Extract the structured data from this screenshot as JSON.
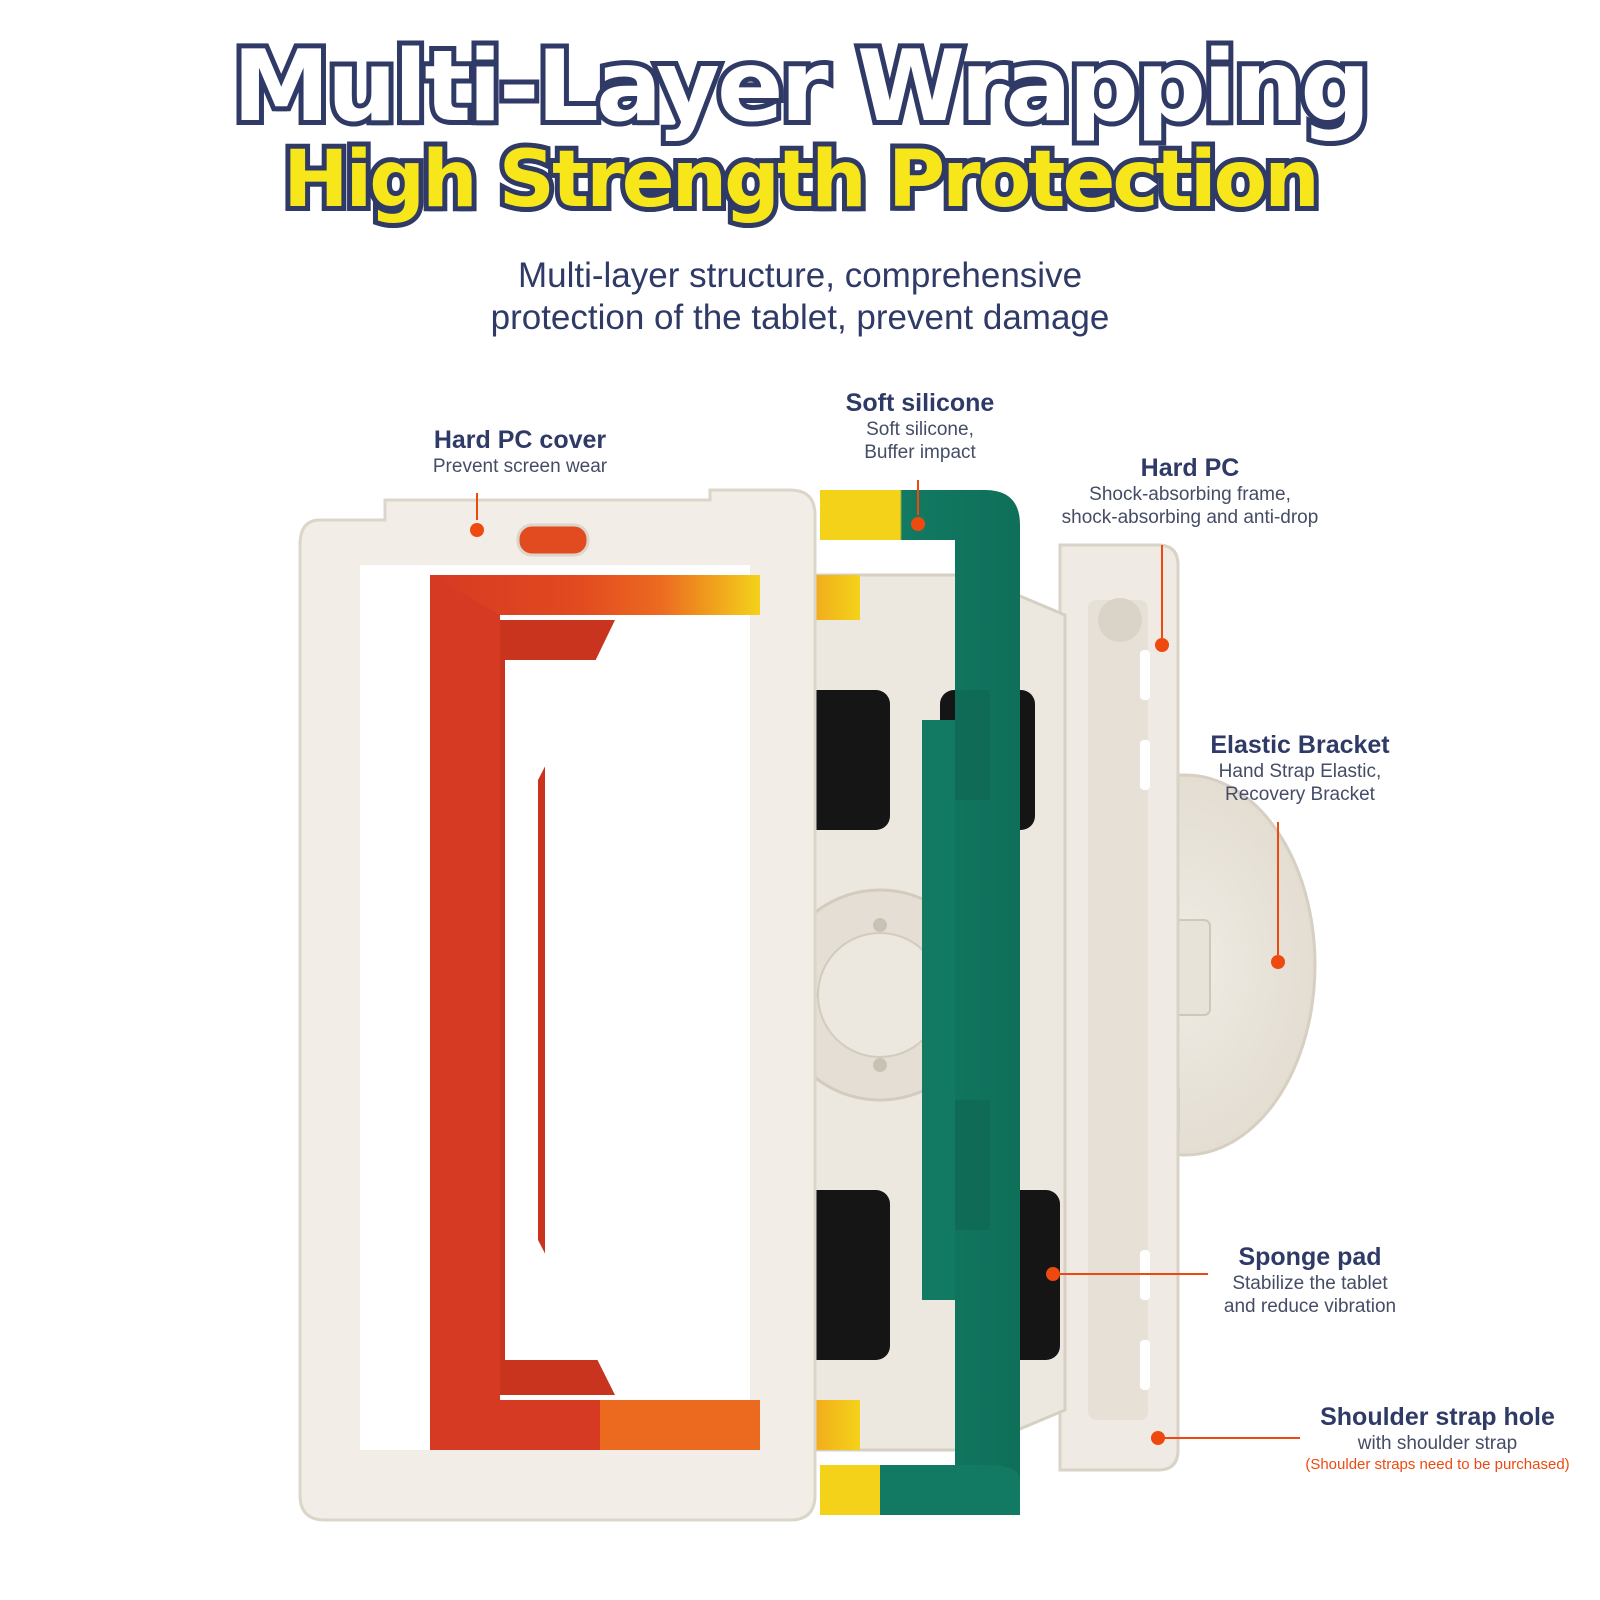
{
  "header": {
    "title_line1": "Multi-Layer Wrapping",
    "title_line2": "High Strength Protection",
    "subtitle_line1": "Multi-layer structure, comprehensive",
    "subtitle_line2": "protection of the tablet, prevent damage"
  },
  "callouts": {
    "hard_pc_cover": {
      "title": "Hard PC cover",
      "desc": "Prevent screen wear"
    },
    "soft_silicone": {
      "title": "Soft silicone",
      "desc1": "Soft silicone,",
      "desc2": "Buffer impact"
    },
    "hard_pc": {
      "title": "Hard PC",
      "desc1": "Shock-absorbing frame,",
      "desc2": "shock-absorbing and anti-drop"
    },
    "elastic_bracket": {
      "title": "Elastic Bracket",
      "desc1": "Hand Strap Elastic,",
      "desc2": "Recovery Bracket"
    },
    "sponge_pad": {
      "title": "Sponge pad",
      "desc1": "Stabilize the tablet",
      "desc2": "and reduce vibration"
    },
    "shoulder_strap_hole": {
      "title": "Shoulder strap hole",
      "desc": "with shoulder strap",
      "note": "(Shoulder straps need to be purchased)"
    }
  },
  "colors": {
    "navy": "#2f3a66",
    "yellow": "#f6e61a",
    "accent": "#ee4a10",
    "cream": "#f2eee7",
    "red": "#d63a22",
    "orange": "#ec6a20",
    "green": "#127a62"
  }
}
